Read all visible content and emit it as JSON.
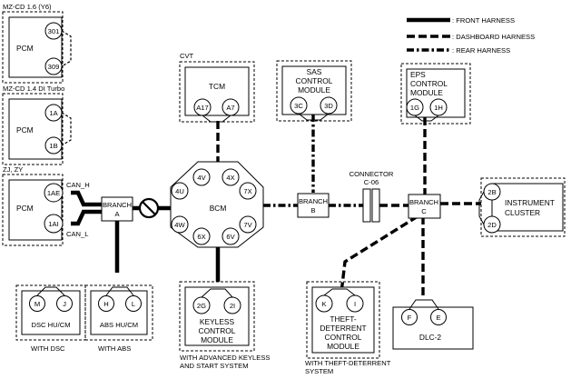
{
  "legend": {
    "front": ": FRONT HARNESS",
    "dashboard": ": DASHBOARD HARNESS",
    "rear": ": REAR HARNESS"
  },
  "groups": {
    "mzcd16": "MZ-CD 1.6 (Y6)",
    "mzcd14": "MZ-CD 1.4 DI Turbo",
    "zjzy": "ZJ, ZY",
    "cvt": "CVT",
    "with_dsc": "WITH DSC",
    "with_abs": "WITH ABS",
    "keyless_1": "WITH ADVANCED KEYLESS",
    "keyless_2": "AND START SYSTEM",
    "theft_1": "WITH THEFT-DETERRENT",
    "theft_2": "SYSTEM"
  },
  "modules": {
    "pcm": "PCM",
    "tcm": "TCM",
    "bcm": "BCM",
    "sas_1": "SAS",
    "sas_2": "CONTROL",
    "sas_3": "MODULE",
    "eps_1": "EPS",
    "eps_2": "CONTROL",
    "eps_3": "MODULE",
    "cluster_1": "INSTRUMENT",
    "cluster_2": "CLUSTER",
    "dsc": "DSC HU/CM",
    "abs": "ABS HU/CM",
    "keyless_1": "KEYLESS",
    "keyless_2": "CONTROL",
    "keyless_3": "MODULE",
    "theft_1": "THEFT-",
    "theft_2": "DETERRENT",
    "theft_3": "CONTROL",
    "theft_4": "MODULE",
    "dlc": "DLC-2"
  },
  "branches": {
    "a_1": "BRANCH",
    "a_2": "A",
    "b_1": "BRANCH",
    "b_2": "B",
    "c_1": "BRANCH",
    "c_2": "C"
  },
  "connector": {
    "line1": "CONNECTOR",
    "line2": "C-06"
  },
  "can": {
    "high": "CAN_H",
    "low": "CAN_L"
  },
  "pins": {
    "p301": "301",
    "p309": "309",
    "p1a": "1A",
    "p1b": "1B",
    "p1ae": "1AE",
    "p1ai": "1AI",
    "a17": "A17",
    "a7": "A7",
    "bcm4v": "4V",
    "bcm4x": "4X",
    "bcm4u": "4U",
    "bcm7x": "7X",
    "bcm4w": "4W",
    "bcm7v": "7V",
    "bcm6x": "6X",
    "bcm6v": "6V",
    "sas3c": "3C",
    "sas3d": "3D",
    "eps1g": "1G",
    "eps1h": "1H",
    "ic2b": "2B",
    "ic2d": "2D",
    "dscM": "M",
    "dscJ": "J",
    "absH": "H",
    "absL": "L",
    "kc2g": "2G",
    "kc2i": "2I",
    "tdK": "K",
    "tdI": "I",
    "dlcF": "F",
    "dlcE": "E"
  }
}
